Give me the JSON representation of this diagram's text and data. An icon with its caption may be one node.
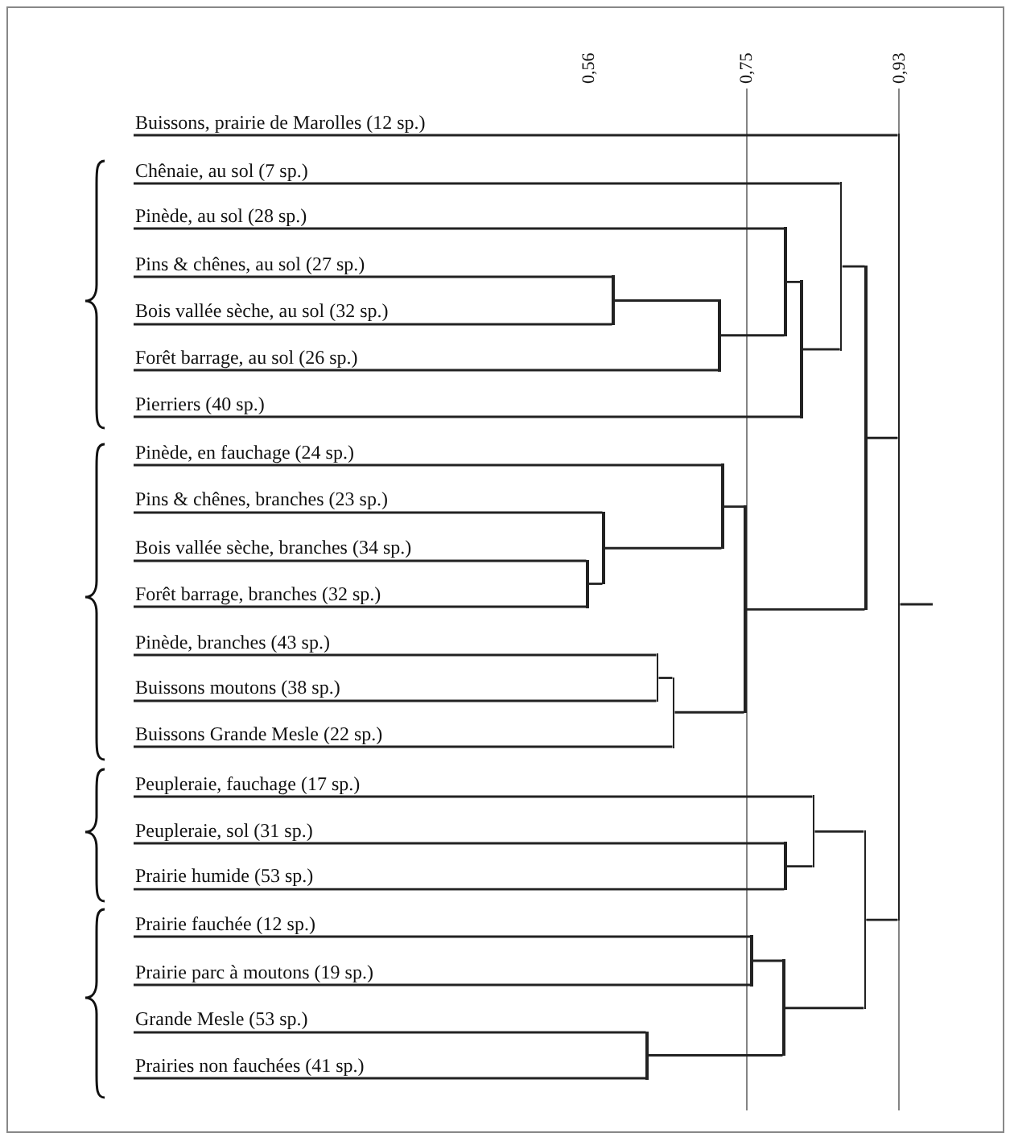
{
  "diagram": {
    "nodes": [
      {
        "text": [
          "Buissons, prairie de Marolles (12 sp.)"
        ]
      },
      {
        "text": [
          "Chênaie, au sol (7 sp.)"
        ]
      },
      {
        "text": [
          "Pinède, au sol (28 sp.)"
        ]
      },
      {
        "text": [
          "Pins & chênes, au sol (27 sp.)"
        ]
      },
      {
        "text": [
          "Bois vallée sèche, au sol (32 sp.)"
        ]
      },
      {
        "text": [
          "Forêt barrage, au sol (26 sp.)"
        ]
      },
      {
        "text": [
          "Pierriers (40 sp.)"
        ]
      },
      {
        "text": [
          "Pinède, en fauchage (24 sp.)"
        ]
      },
      {
        "text": [
          "Pins & chênes, branches (23 sp.)"
        ]
      },
      {
        "text": [
          "Bois vallée sèche, branches (34 sp.)"
        ]
      },
      {
        "text": [
          "Forêt barrage, branches (32 sp.)"
        ]
      },
      {
        "text": [
          "Pinède, branches (43 sp.)"
        ]
      },
      {
        "text": [
          "Buissons moutons (38 sp.)"
        ]
      },
      {
        "text": [
          "Buissons Grande Mesle (22 sp.)"
        ]
      },
      {
        "text": [
          "Peupleraie, fauchage (17 sp.)"
        ]
      },
      {
        "text": [
          "Peupleraie, sol (31 sp.)"
        ]
      },
      {
        "text": [
          "Prairie humide (53 sp.)"
        ]
      },
      {
        "text": [
          "Prairie fauchée (12 sp.)"
        ]
      },
      {
        "text": [
          "Prairie parc à moutons (19 sp.)"
        ]
      },
      {
        "text": [
          "Grande Mesle (53 sp.)"
        ]
      },
      {
        "text": [
          "Prairies non  fauchées (41 sp.)"
        ]
      },
      {
        "text": [],
        "shape": "bar"
      },
      {
        "text": [],
        "shape": "bar"
      },
      {
        "text": [],
        "shape": "bar"
      },
      {
        "text": [],
        "shape": "bar"
      },
      {
        "text": [],
        "shape": "bar"
      },
      {
        "text": [],
        "shape": "bar"
      },
      {
        "text": [],
        "shape": "bar"
      },
      {
        "text": [],
        "shape": "bar"
      },
      {
        "text": [],
        "shape": "bar"
      },
      {
        "text": [],
        "shape": "bar"
      },
      {
        "text": [],
        "shape": "bar"
      },
      {
        "text": [],
        "shape": "bar"
      },
      {
        "text": [],
        "shape": "bar"
      },
      {
        "text": [],
        "shape": "bar"
      },
      {
        "text": [],
        "shape": "bar"
      },
      {
        "text": [],
        "shape": "bar"
      },
      {
        "text": [],
        "shape": "bar"
      },
      {
        "text": [],
        "shape": "bar"
      },
      {
        "text": [],
        "shape": "bar"
      }
    ],
    "edges": [
      {
        "from": 3,
        "to": 21,
        "arrow": "none"
      },
      {
        "from": 4,
        "to": 21,
        "arrow": "none"
      },
      {
        "from": 21,
        "to": 22,
        "arrow": "none"
      },
      {
        "from": 5,
        "to": 22,
        "arrow": "none"
      },
      {
        "from": 2,
        "to": 23,
        "arrow": "none"
      },
      {
        "from": 22,
        "to": 23,
        "arrow": "none"
      },
      {
        "from": 23,
        "to": 24,
        "arrow": "none"
      },
      {
        "from": 6,
        "to": 24,
        "arrow": "none"
      },
      {
        "from": 1,
        "to": 25,
        "arrow": "none"
      },
      {
        "from": 24,
        "to": 25,
        "arrow": "none"
      },
      {
        "from": 9,
        "to": 26,
        "arrow": "none"
      },
      {
        "from": 10,
        "to": 26,
        "arrow": "none"
      },
      {
        "from": 8,
        "to": 27,
        "arrow": "none"
      },
      {
        "from": 26,
        "to": 27,
        "arrow": "none"
      },
      {
        "from": 7,
        "to": 28,
        "arrow": "none"
      },
      {
        "from": 27,
        "to": 28,
        "arrow": "none"
      },
      {
        "from": 11,
        "to": 29,
        "arrow": "none"
      },
      {
        "from": 12,
        "to": 29,
        "arrow": "none"
      },
      {
        "from": 29,
        "to": 30,
        "arrow": "none"
      },
      {
        "from": 13,
        "to": 30,
        "arrow": "none"
      },
      {
        "from": 28,
        "to": 31,
        "arrow": "none"
      },
      {
        "from": 30,
        "to": 31,
        "arrow": "none"
      },
      {
        "from": 25,
        "to": 32,
        "arrow": "none"
      },
      {
        "from": 31,
        "to": 32,
        "arrow": "none"
      },
      {
        "from": 15,
        "to": 33,
        "arrow": "none"
      },
      {
        "from": 16,
        "to": 33,
        "arrow": "none"
      },
      {
        "from": 14,
        "to": 34,
        "arrow": "none"
      },
      {
        "from": 33,
        "to": 34,
        "arrow": "none"
      },
      {
        "from": 17,
        "to": 35,
        "arrow": "none"
      },
      {
        "from": 18,
        "to": 35,
        "arrow": "none"
      },
      {
        "from": 19,
        "to": 36,
        "arrow": "none"
      },
      {
        "from": 20,
        "to": 36,
        "arrow": "none"
      },
      {
        "from": 35,
        "to": 37,
        "arrow": "none"
      },
      {
        "from": 36,
        "to": 37,
        "arrow": "none"
      },
      {
        "from": 34,
        "to": 38,
        "arrow": "none"
      },
      {
        "from": 37,
        "to": 38,
        "arrow": "none"
      },
      {
        "from": 0,
        "to": 39,
        "arrow": "none"
      },
      {
        "from": 32,
        "to": 39,
        "arrow": "none"
      },
      {
        "from": 38,
        "to": 39,
        "arrow": "none"
      },
      {
        "from": 39,
        "to": null,
        "arrow": "none"
      }
    ],
    "labels": [
      "0,56",
      "0,75",
      "0,93"
    ]
  }
}
